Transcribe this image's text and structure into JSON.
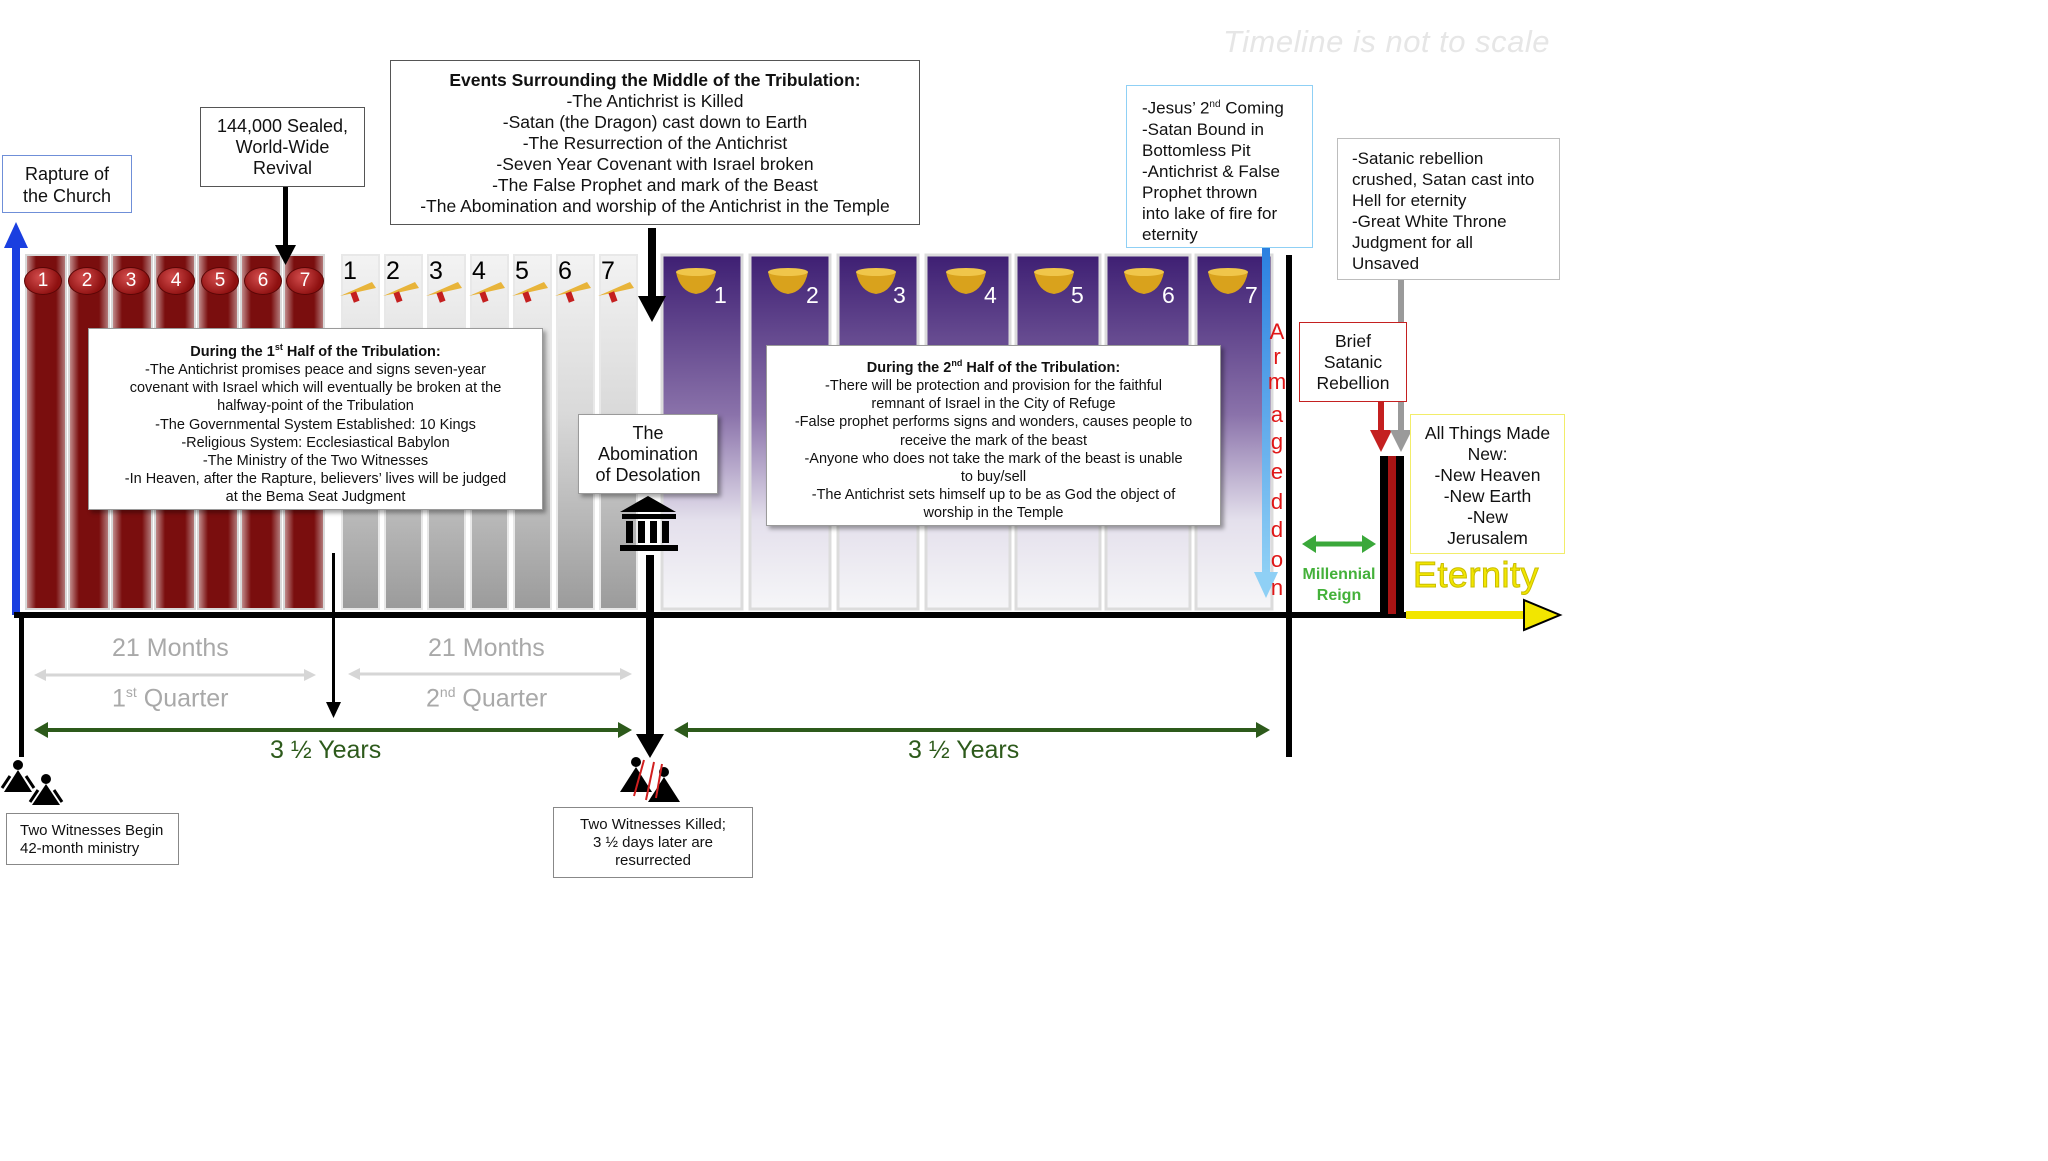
{
  "watermark": "Timeline is not to scale",
  "boxes": {
    "rapture": [
      "Rapture of",
      "the Church"
    ],
    "sealed": [
      "144,000 Sealed,",
      "World-Wide",
      "Revival"
    ],
    "middle": {
      "title": "Events Surrounding the Middle of the Tribulation:",
      "lines": [
        "-The Antichrist is Killed",
        "-Satan (the Dragon) cast down to Earth",
        "-The Resurrection of the Antichrist",
        "-Seven Year Covenant with Israel broken",
        "-The False Prophet and mark of the Beast",
        "-The Abomination and worship of the Antichrist in the Temple"
      ]
    },
    "second_coming": [
      "-Jesus’ 2",
      "nd",
      " Coming",
      "-Satan Bound in",
      "Bottomless Pit",
      "-Antichrist & False",
      "Prophet thrown",
      "into lake of fire for",
      "eternity"
    ],
    "satanic_end": [
      "-Satanic rebellion",
      "crushed, Satan cast into",
      "Hell for eternity",
      "-Great White Throne",
      "Judgment for all",
      "Unsaved"
    ],
    "first_half": {
      "title_pre": "During the 1",
      "title_sup": "st",
      "title_post": " Half of the Tribulation:",
      "lines": [
        "-The Antichrist promises peace and signs seven-year",
        "covenant with Israel which will eventually be broken at the",
        "halfway-point of the Tribulation",
        "-The Governmental System Established: 10 Kings",
        "-Religious System: Ecclesiastical Babylon",
        "-The Ministry of the Two Witnesses",
        "-In Heaven, after the Rapture, believers’ lives will be judged",
        "at the Bema Seat Judgment"
      ]
    },
    "abomination": [
      "The",
      "Abomination",
      "of Desolation"
    ],
    "second_half": {
      "title_pre": "During the 2",
      "title_sup": "nd",
      "title_post": " Half of the Tribulation:",
      "lines": [
        "-There will be protection and provision for the faithful",
        "remnant of Israel in the City of Refuge",
        "-False prophet performs signs and wonders, causes people to",
        "receive the mark of the beast",
        "-Anyone who does not take the mark of the beast is unable",
        "to buy/sell",
        "-The Antichrist sets himself up to be as God the object of",
        "worship in the Temple"
      ]
    },
    "brief_rebellion": [
      "Brief",
      "Satanic",
      "Rebellion"
    ],
    "all_things_new": [
      "All Things Made",
      "New:",
      "-New Heaven",
      "-New Earth",
      "-New",
      "Jerusalem"
    ],
    "witnesses_begin": [
      "Two Witnesses Begin",
      "42-month ministry"
    ],
    "witnesses_killed": [
      "Two Witnesses Killed;",
      "3 ½ days later are",
      "resurrected"
    ]
  },
  "seals": [
    "1",
    "2",
    "3",
    "4",
    "5",
    "6",
    "7"
  ],
  "trumpets": [
    "1",
    "2",
    "3",
    "4",
    "5",
    "6",
    "7"
  ],
  "bowls": [
    "1",
    "2",
    "3",
    "4",
    "5",
    "6",
    "7"
  ],
  "armageddon_letters": [
    "A",
    "r",
    "m",
    "a",
    "g",
    "e",
    "d",
    "d",
    "o",
    "n"
  ],
  "millennial": [
    "Millennial",
    "Reign"
  ],
  "eternity": "Eternity",
  "quarters": {
    "q1_months": "21 Months",
    "q1_pre": "1",
    "q1_sup": "st",
    "q1_post": " Quarter",
    "q2_months": "21 Months",
    "q2_pre": "2",
    "q2_sup": "nd",
    "q2_post": " Quarter"
  },
  "years": [
    "3 ½ Years",
    "3 ½ Years"
  ],
  "colors": {
    "seal_red": "#8e1414",
    "trumpet_gray": "#9a9a9a",
    "bowl_purple": "#4b2a7b",
    "rapture_blue": "#1a3fe0",
    "years_green": "#2d5a1b",
    "eternity_yellow": "#f2e600",
    "armageddon_red": "#e01717",
    "second_coming_blue": "#5fb3e8"
  }
}
